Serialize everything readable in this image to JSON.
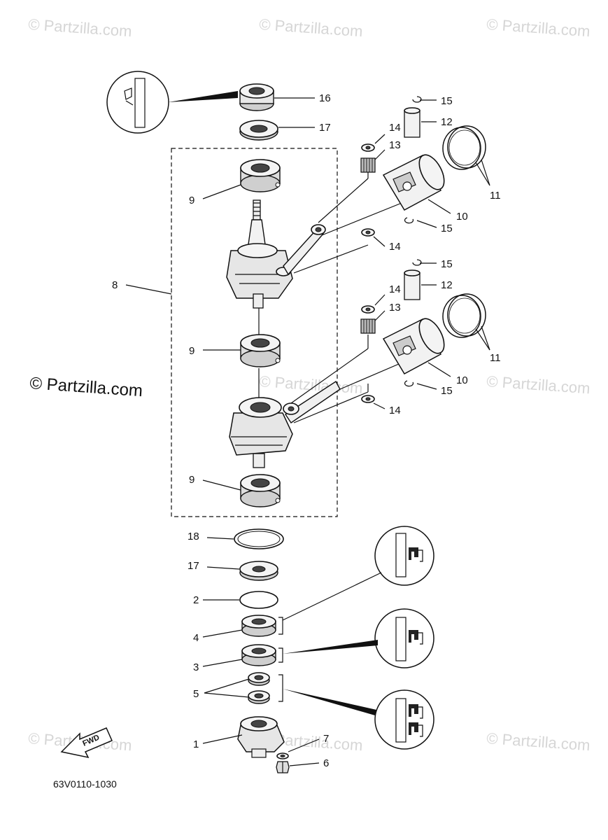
{
  "watermarks": {
    "tl": "© Partzilla.com",
    "tc": "© Partzilla.com",
    "tr": "© Partzilla.com",
    "ml": "© Partzilla.com",
    "mc": "© Partzilla.com",
    "mr": "© Partzilla.com",
    "bl": "© Partzilla.com",
    "bc": "© Partzilla.com",
    "br": "© Partzilla.com"
  },
  "diagram_code": "63V0110-1030",
  "fwd_label": "FWD",
  "callouts": {
    "c1": "1",
    "c2": "2",
    "c3": "3",
    "c4": "4",
    "c5": "5",
    "c6": "6",
    "c7": "7",
    "c8": "8",
    "c9a": "9",
    "c9b": "9",
    "c9c": "9",
    "c10a": "10",
    "c10b": "10",
    "c11a": "11",
    "c11b": "11",
    "c12a": "12",
    "c12b": "12",
    "c13a": "13",
    "c13b": "13",
    "c14a": "14",
    "c14b": "14",
    "c14c": "14",
    "c14d": "14",
    "c15a": "15",
    "c15b": "15",
    "c15c": "15",
    "c15d": "15",
    "c16": "16",
    "c17a": "17",
    "c17b": "17",
    "c18": "18"
  }
}
